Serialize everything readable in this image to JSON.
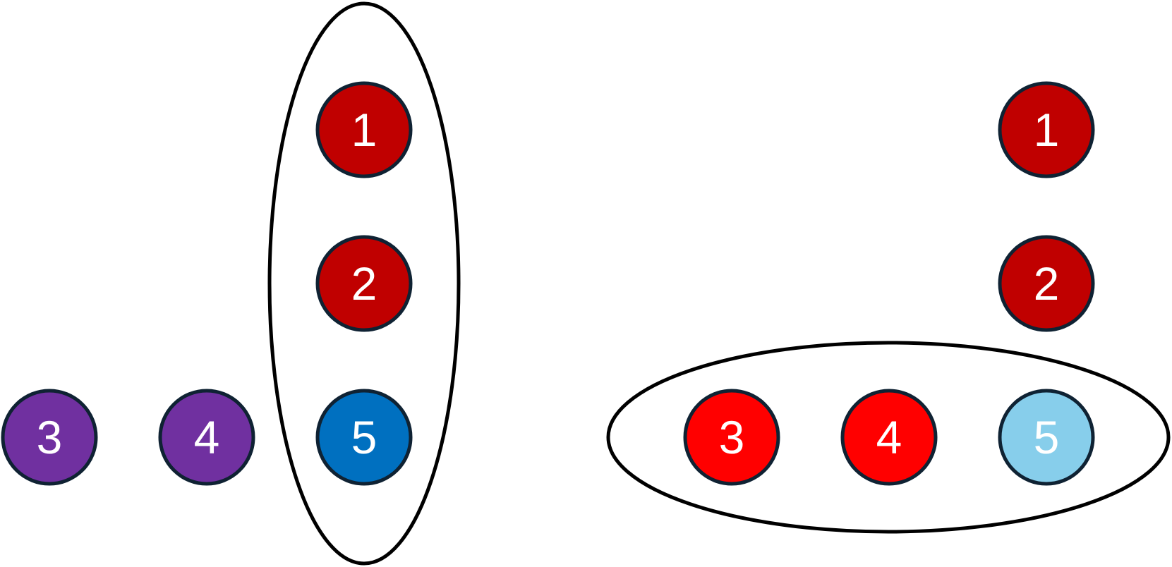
{
  "colors": {
    "dark_red": "#C00000",
    "purple": "#7030A0",
    "blue": "#0070C0",
    "red": "#FF0000",
    "light_blue": "#87CEEB",
    "outline": "#0F2233",
    "group_outline": "#000000"
  },
  "left_panel": {
    "nodes": {
      "n1": {
        "label": "1",
        "color": "#C00000"
      },
      "n2": {
        "label": "2",
        "color": "#C00000"
      },
      "n3": {
        "label": "3",
        "color": "#7030A0"
      },
      "n4": {
        "label": "4",
        "color": "#7030A0"
      },
      "n5": {
        "label": "5",
        "color": "#0070C0"
      }
    },
    "group": [
      "1",
      "2",
      "5"
    ]
  },
  "right_panel": {
    "nodes": {
      "n1": {
        "label": "1",
        "color": "#C00000"
      },
      "n2": {
        "label": "2",
        "color": "#C00000"
      },
      "n3": {
        "label": "3",
        "color": "#FF0000"
      },
      "n4": {
        "label": "4",
        "color": "#FF0000"
      },
      "n5": {
        "label": "5",
        "color": "#87CEEB"
      }
    },
    "group": [
      "3",
      "4",
      "5"
    ]
  }
}
